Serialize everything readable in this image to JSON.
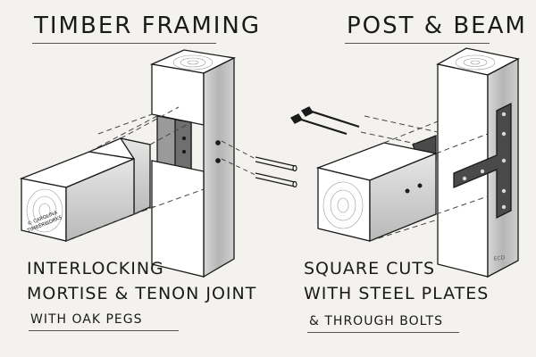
{
  "left": {
    "title": "TIMBER FRAMING",
    "caption_line1": "INTERLOCKING",
    "caption_line2": "MORTISE & TENON JOINT",
    "caption_line3": "WITH OAK PEGS",
    "stamp_line1": "© CAROLINA",
    "stamp_line2": "TIMBERWORKS"
  },
  "right": {
    "title": "POST & BEAM",
    "caption_line1": "SQUARE CUTS",
    "caption_line2": "WITH STEEL PLATES",
    "caption_line3": "& THROUGH BOLTS"
  },
  "signature": "ECD",
  "colors": {
    "background": "#f3f2ee",
    "wood_light": "#ffffff",
    "wood_shade": "#c9c9c9",
    "wood_dark": "#a8a8a8",
    "steel": "#4a4a4a",
    "ink": "#1a1a1a"
  }
}
